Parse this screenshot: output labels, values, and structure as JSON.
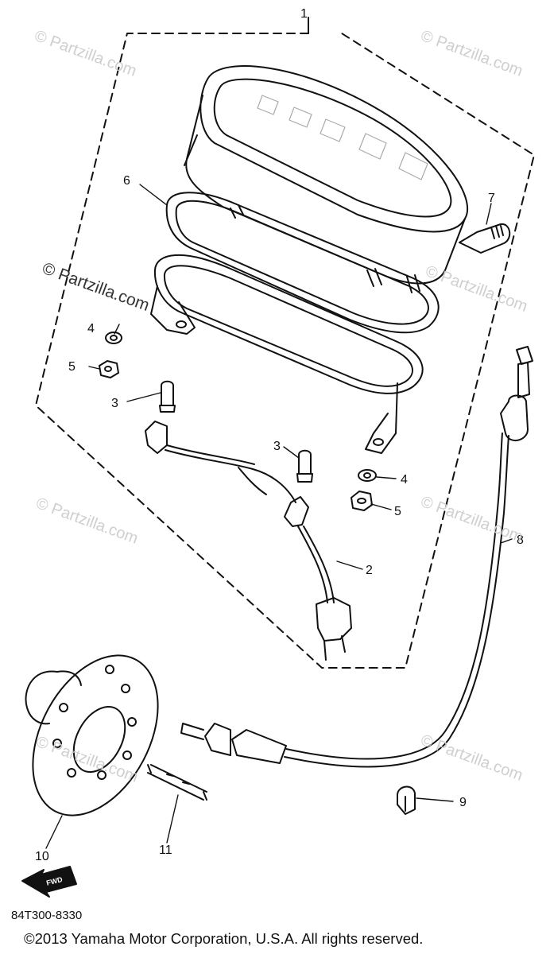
{
  "diagram": {
    "assembly_callout": "1",
    "parts": [
      {
        "id": "2",
        "label": "2"
      },
      {
        "id": "3a",
        "label": "3"
      },
      {
        "id": "3b",
        "label": "3"
      },
      {
        "id": "4a",
        "label": "4"
      },
      {
        "id": "4b",
        "label": "4"
      },
      {
        "id": "5a",
        "label": "5"
      },
      {
        "id": "5b",
        "label": "5"
      },
      {
        "id": "6",
        "label": "6"
      },
      {
        "id": "7",
        "label": "7"
      },
      {
        "id": "8",
        "label": "8"
      },
      {
        "id": "9",
        "label": "9"
      },
      {
        "id": "10",
        "label": "10"
      },
      {
        "id": "11",
        "label": "11"
      }
    ],
    "direction_arrow": "FWD",
    "drawing_code": "84T300-8330"
  },
  "watermark": {
    "text": "© Partzilla.com"
  },
  "footer": {
    "copyright": "©2013 Yamaha Motor Corporation, U.S.A. All rights reserved."
  }
}
